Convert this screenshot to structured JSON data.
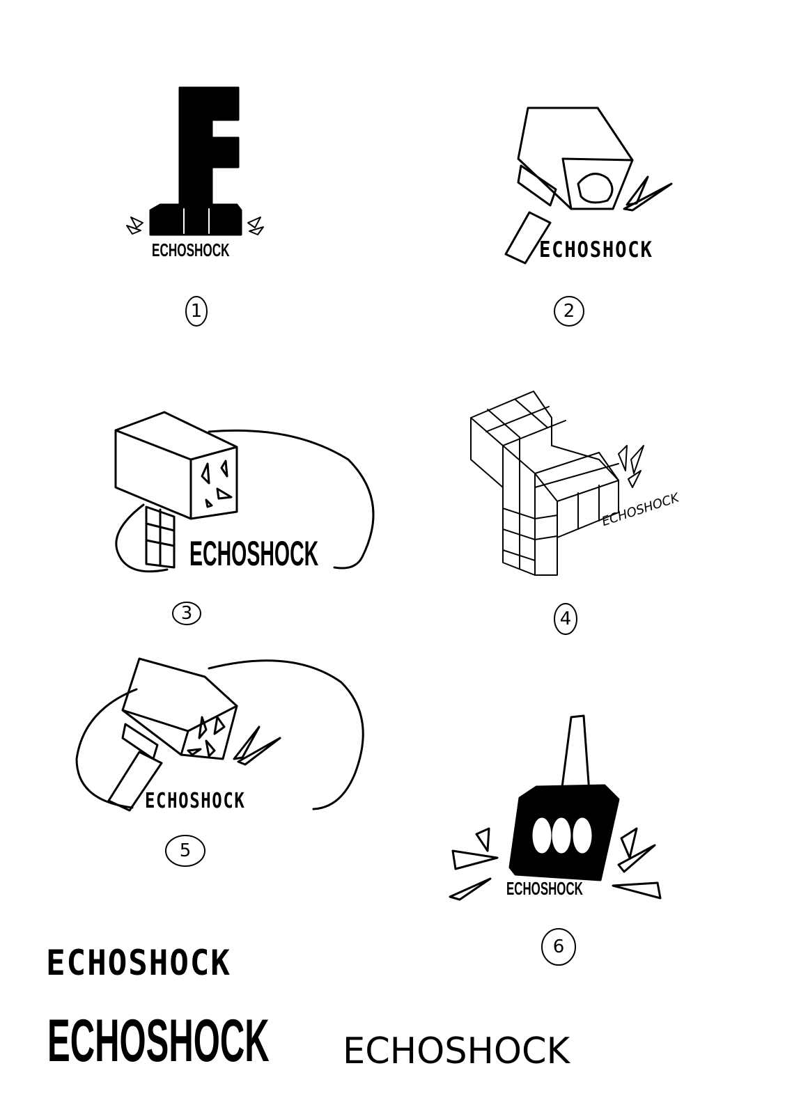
{
  "brand": {
    "wordmark": "ECHOSHOCK",
    "ink_color": "#000000",
    "paper_color": "#ffffff"
  },
  "concepts": [
    {
      "number": "1",
      "wordmark": "ECHOSHOCK",
      "icon": "letter-e-icon"
    },
    {
      "number": "2",
      "wordmark": "ECHOSHOCK",
      "icon": "hammer-icon"
    },
    {
      "number": "3",
      "wordmark": "ECHOSHOCK",
      "icon": "hammer-icon"
    },
    {
      "number": "4",
      "wordmark": "ECHOSHOCK",
      "icon": "cube-letter-e-icon"
    },
    {
      "number": "5",
      "wordmark": "ECHOSHOCK",
      "icon": "hammer-icon"
    },
    {
      "number": "6",
      "wordmark": "ECHOSHOCK",
      "icon": "hammer-head-icon"
    }
  ],
  "typeface_samples": [
    {
      "style": "pixel",
      "text": "ECHOSHOCK"
    },
    {
      "style": "bold-condensed",
      "text": "ECHOSHOCK"
    },
    {
      "style": "thin",
      "text": "ECHOSHOCK"
    }
  ]
}
